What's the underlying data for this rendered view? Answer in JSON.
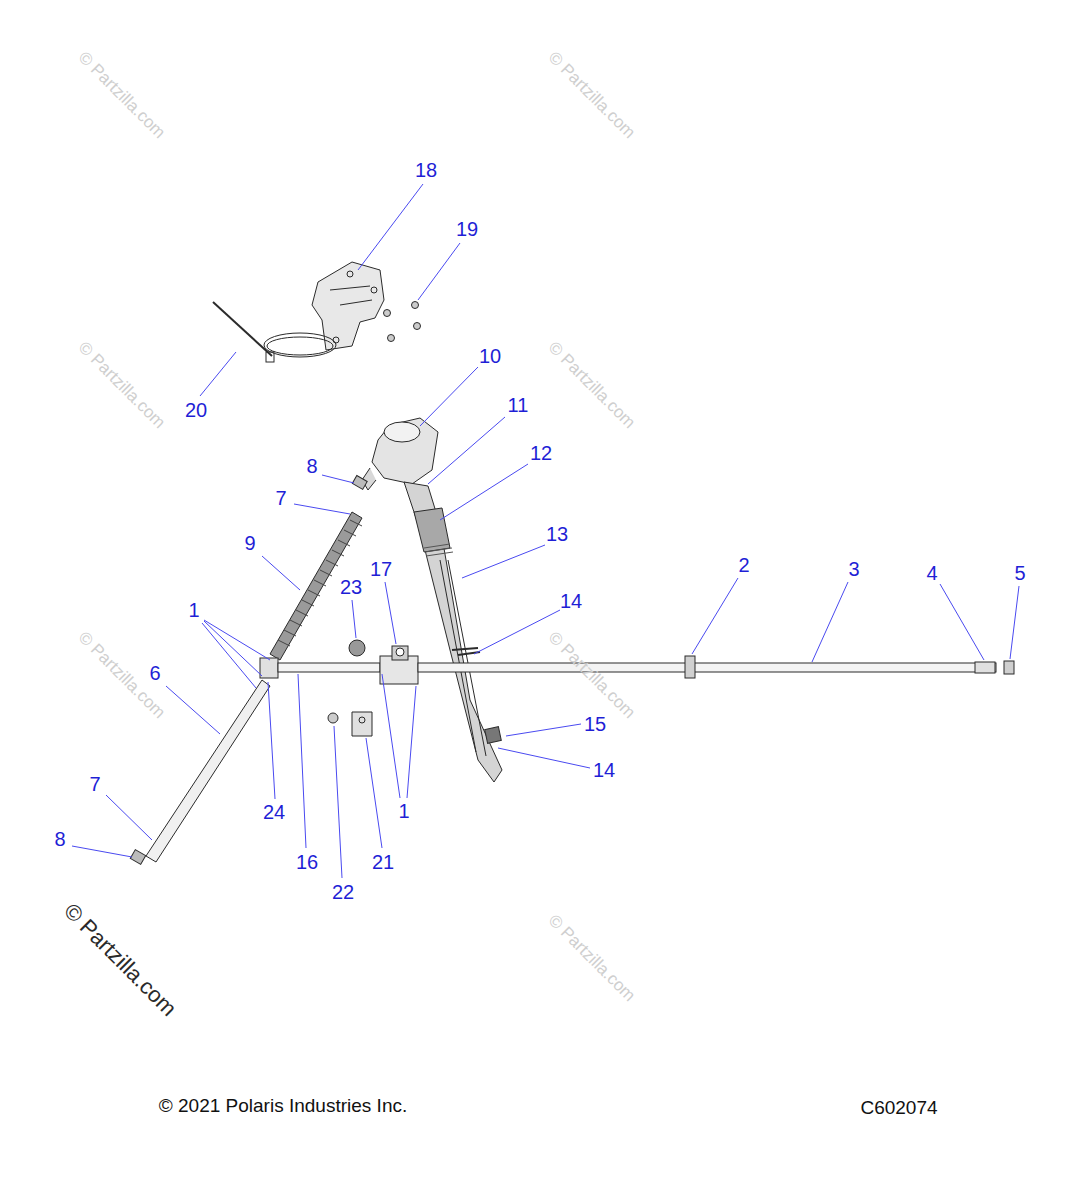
{
  "diagram": {
    "labels": [
      "18",
      "19",
      "20",
      "10",
      "11",
      "12",
      "8",
      "7",
      "9",
      "13",
      "2",
      "3",
      "4",
      "5",
      "17",
      "23",
      "1",
      "14",
      "6",
      "15",
      "14",
      "7",
      "24",
      "1",
      "16",
      "21",
      "22",
      "8",
      "© 2021 Polaris Industries Inc.",
      "C602074",
      "© Partzilla.com",
      "© Partzilla.com",
      "© Partzilla.com",
      "© Partzilla.com",
      "© Partzilla.com",
      "© Partzilla.com",
      "© Partzilla.com",
      "© Partzilla.com"
    ]
  }
}
